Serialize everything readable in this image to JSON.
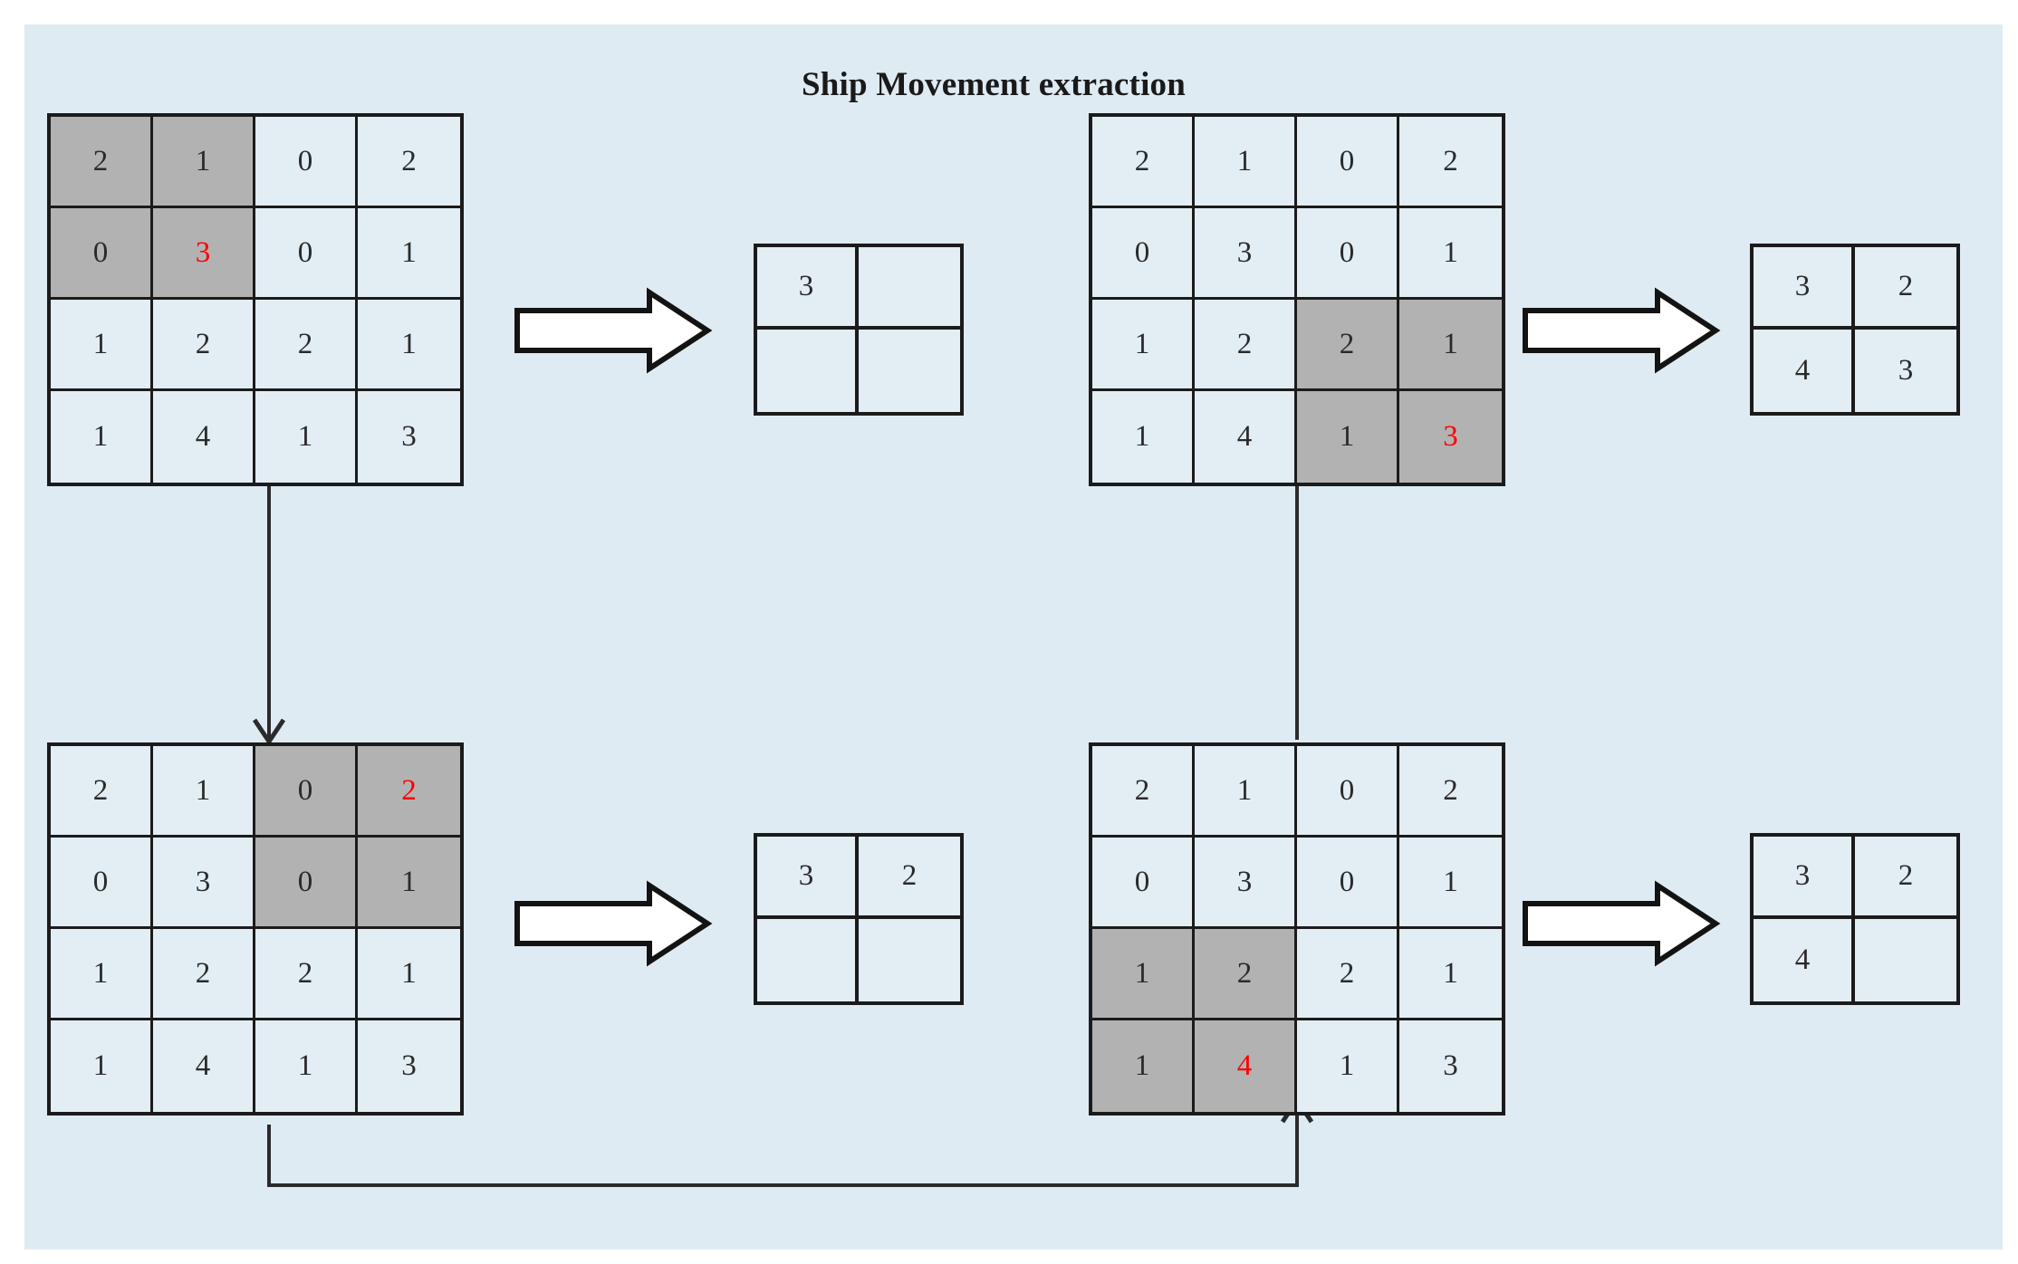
{
  "figure": {
    "title": "Ship Movement extraction",
    "background_color": "#dfebf3",
    "highlight_color": "#b2b2b2",
    "accent_color": "#fe0000",
    "line_color": "#1b1b1b"
  },
  "chart_data": {
    "type": "diagram",
    "title": "Ship Movement extraction",
    "description": "Four sliding-window steps over a 4x4 grid; each step highlights a 2x2 window and emits its maximum into a 2x2 output grid.",
    "steps": [
      {
        "id": "step-1",
        "position": "top-left",
        "matrix": [
          [
            2,
            1,
            0,
            2
          ],
          [
            0,
            3,
            0,
            1
          ],
          [
            1,
            2,
            2,
            1
          ],
          [
            1,
            4,
            1,
            3
          ]
        ],
        "highlight_cells": [
          [
            0,
            0
          ],
          [
            0,
            1
          ],
          [
            1,
            0
          ],
          [
            1,
            1
          ]
        ],
        "red_cells": [
          [
            1,
            1
          ]
        ],
        "result": [
          [
            "3",
            ""
          ],
          [
            "",
            ""
          ]
        ]
      },
      {
        "id": "step-2",
        "position": "bottom-left",
        "matrix": [
          [
            2,
            1,
            0,
            2
          ],
          [
            0,
            3,
            0,
            1
          ],
          [
            1,
            2,
            2,
            1
          ],
          [
            1,
            4,
            1,
            3
          ]
        ],
        "highlight_cells": [
          [
            0,
            2
          ],
          [
            0,
            3
          ],
          [
            1,
            2
          ],
          [
            1,
            3
          ]
        ],
        "red_cells": [
          [
            0,
            3
          ]
        ],
        "result": [
          [
            "3",
            "2"
          ],
          [
            "",
            ""
          ]
        ]
      },
      {
        "id": "step-3",
        "position": "bottom-right",
        "matrix": [
          [
            2,
            1,
            0,
            2
          ],
          [
            0,
            3,
            0,
            1
          ],
          [
            1,
            2,
            2,
            1
          ],
          [
            1,
            4,
            1,
            3
          ]
        ],
        "highlight_cells": [
          [
            2,
            0
          ],
          [
            2,
            1
          ],
          [
            3,
            0
          ],
          [
            3,
            1
          ]
        ],
        "red_cells": [
          [
            3,
            1
          ]
        ],
        "result": [
          [
            "3",
            "2"
          ],
          [
            "4",
            ""
          ]
        ]
      },
      {
        "id": "step-4",
        "position": "top-right",
        "matrix": [
          [
            2,
            1,
            0,
            2
          ],
          [
            0,
            3,
            0,
            1
          ],
          [
            1,
            2,
            2,
            1
          ],
          [
            1,
            4,
            1,
            3
          ]
        ],
        "highlight_cells": [
          [
            2,
            2
          ],
          [
            2,
            3
          ],
          [
            3,
            2
          ],
          [
            3,
            3
          ]
        ],
        "red_cells": [
          [
            3,
            3
          ]
        ],
        "result": [
          [
            "3",
            "2"
          ],
          [
            "4",
            "3"
          ]
        ]
      }
    ]
  },
  "grids": {
    "top_left": {
      "cells": [
        {
          "v": "2",
          "hl": true,
          "red": false
        },
        {
          "v": "1",
          "hl": true,
          "red": false
        },
        {
          "v": "0",
          "hl": false,
          "red": false
        },
        {
          "v": "2",
          "hl": false,
          "red": false
        },
        {
          "v": "0",
          "hl": true,
          "red": false
        },
        {
          "v": "3",
          "hl": true,
          "red": true
        },
        {
          "v": "0",
          "hl": false,
          "red": false
        },
        {
          "v": "1",
          "hl": false,
          "red": false
        },
        {
          "v": "1",
          "hl": false,
          "red": false
        },
        {
          "v": "2",
          "hl": false,
          "red": false
        },
        {
          "v": "2",
          "hl": false,
          "red": false
        },
        {
          "v": "1",
          "hl": false,
          "red": false
        },
        {
          "v": "1",
          "hl": false,
          "red": false
        },
        {
          "v": "4",
          "hl": false,
          "red": false
        },
        {
          "v": "1",
          "hl": false,
          "red": false
        },
        {
          "v": "3",
          "hl": false,
          "red": false
        }
      ]
    },
    "top_right": {
      "cells": [
        {
          "v": "2",
          "hl": false,
          "red": false
        },
        {
          "v": "1",
          "hl": false,
          "red": false
        },
        {
          "v": "0",
          "hl": false,
          "red": false
        },
        {
          "v": "2",
          "hl": false,
          "red": false
        },
        {
          "v": "0",
          "hl": false,
          "red": false
        },
        {
          "v": "3",
          "hl": false,
          "red": false
        },
        {
          "v": "0",
          "hl": false,
          "red": false
        },
        {
          "v": "1",
          "hl": false,
          "red": false
        },
        {
          "v": "1",
          "hl": false,
          "red": false
        },
        {
          "v": "2",
          "hl": false,
          "red": false
        },
        {
          "v": "2",
          "hl": true,
          "red": false
        },
        {
          "v": "1",
          "hl": true,
          "red": false
        },
        {
          "v": "1",
          "hl": false,
          "red": false
        },
        {
          "v": "4",
          "hl": false,
          "red": false
        },
        {
          "v": "1",
          "hl": true,
          "red": false
        },
        {
          "v": "3",
          "hl": true,
          "red": true
        }
      ]
    },
    "bottom_left": {
      "cells": [
        {
          "v": "2",
          "hl": false,
          "red": false
        },
        {
          "v": "1",
          "hl": false,
          "red": false
        },
        {
          "v": "0",
          "hl": true,
          "red": false
        },
        {
          "v": "2",
          "hl": true,
          "red": true
        },
        {
          "v": "0",
          "hl": false,
          "red": false
        },
        {
          "v": "3",
          "hl": false,
          "red": false
        },
        {
          "v": "0",
          "hl": true,
          "red": false
        },
        {
          "v": "1",
          "hl": true,
          "red": false
        },
        {
          "v": "1",
          "hl": false,
          "red": false
        },
        {
          "v": "2",
          "hl": false,
          "red": false
        },
        {
          "v": "2",
          "hl": false,
          "red": false
        },
        {
          "v": "1",
          "hl": false,
          "red": false
        },
        {
          "v": "1",
          "hl": false,
          "red": false
        },
        {
          "v": "4",
          "hl": false,
          "red": false
        },
        {
          "v": "1",
          "hl": false,
          "red": false
        },
        {
          "v": "3",
          "hl": false,
          "red": false
        }
      ]
    },
    "bottom_right": {
      "cells": [
        {
          "v": "2",
          "hl": false,
          "red": false
        },
        {
          "v": "1",
          "hl": false,
          "red": false
        },
        {
          "v": "0",
          "hl": false,
          "red": false
        },
        {
          "v": "2",
          "hl": false,
          "red": false
        },
        {
          "v": "0",
          "hl": false,
          "red": false
        },
        {
          "v": "3",
          "hl": false,
          "red": false
        },
        {
          "v": "0",
          "hl": false,
          "red": false
        },
        {
          "v": "1",
          "hl": false,
          "red": false
        },
        {
          "v": "1",
          "hl": true,
          "red": false
        },
        {
          "v": "2",
          "hl": true,
          "red": false
        },
        {
          "v": "2",
          "hl": false,
          "red": false
        },
        {
          "v": "1",
          "hl": false,
          "red": false
        },
        {
          "v": "1",
          "hl": true,
          "red": false
        },
        {
          "v": "4",
          "hl": true,
          "red": true
        },
        {
          "v": "1",
          "hl": false,
          "red": false
        },
        {
          "v": "3",
          "hl": false,
          "red": false
        }
      ]
    }
  },
  "results": {
    "top_left": {
      "cells": [
        {
          "v": "3"
        },
        {
          "v": ""
        },
        {
          "v": ""
        },
        {
          "v": ""
        }
      ]
    },
    "top_right": {
      "cells": [
        {
          "v": "3"
        },
        {
          "v": "2"
        },
        {
          "v": "4"
        },
        {
          "v": "3"
        }
      ]
    },
    "bottom_left": {
      "cells": [
        {
          "v": "3"
        },
        {
          "v": "2"
        },
        {
          "v": ""
        },
        {
          "v": ""
        }
      ]
    },
    "bottom_right": {
      "cells": [
        {
          "v": "3"
        },
        {
          "v": "2"
        },
        {
          "v": "4"
        },
        {
          "v": ""
        }
      ]
    }
  },
  "arrows": {
    "block_arrow_label": "extract-maximum",
    "flow_top_left_to_bottom_left": "next-window-down",
    "flow_bottom_left_to_bottom_right": "next-window-right",
    "flow_bottom_right_to_top_right": "next-window-up"
  }
}
